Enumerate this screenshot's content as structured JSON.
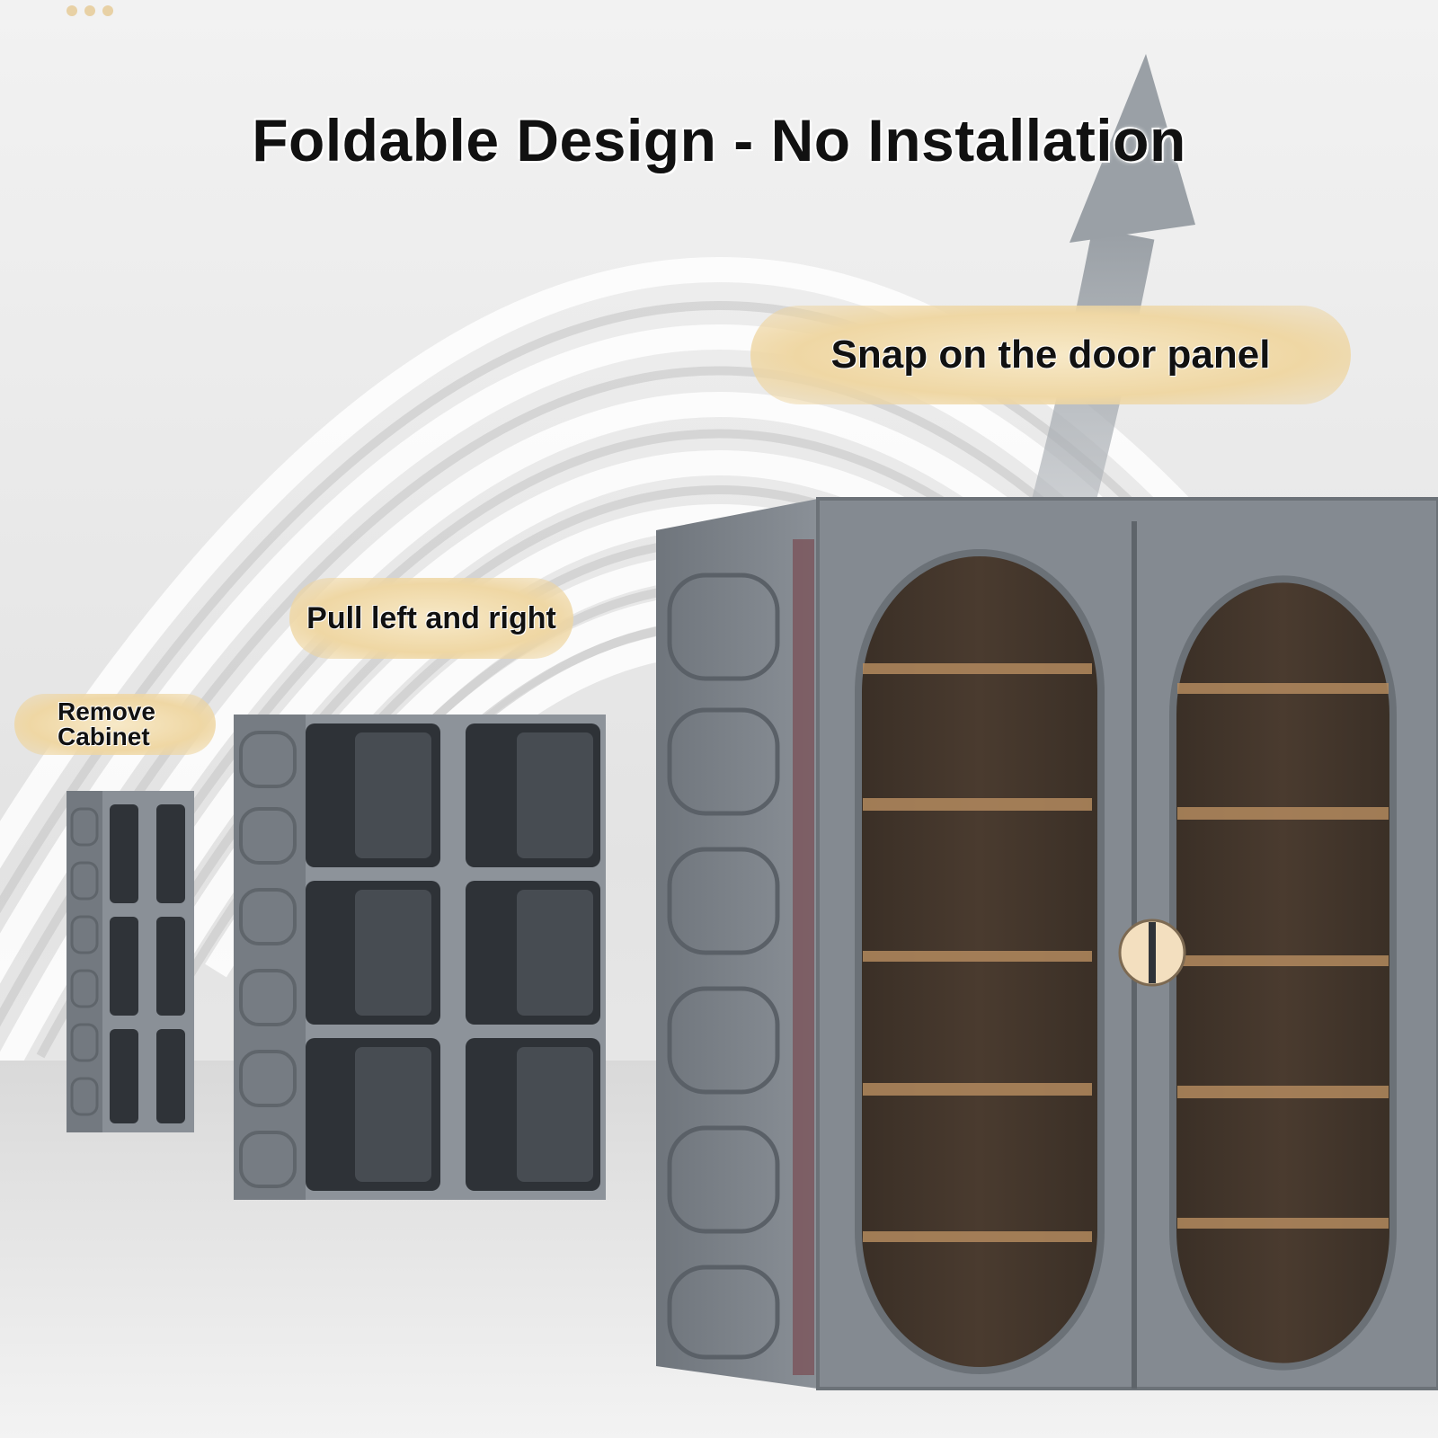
{
  "headline": "Foldable Design - No Installation",
  "labels": {
    "snap": "Snap on the door panel",
    "pull": "Pull left and right",
    "remove_line1": "Remove",
    "remove_line2": "Cabinet"
  },
  "colors": {
    "background": "#e9e9e9",
    "cabinet_gray": "#7f858c",
    "pill_gold": "#efd7a4",
    "glass_brown": "#3f3329",
    "shelf_wood": "#b38a5e"
  },
  "icons": [
    "up-arrow-icon"
  ]
}
